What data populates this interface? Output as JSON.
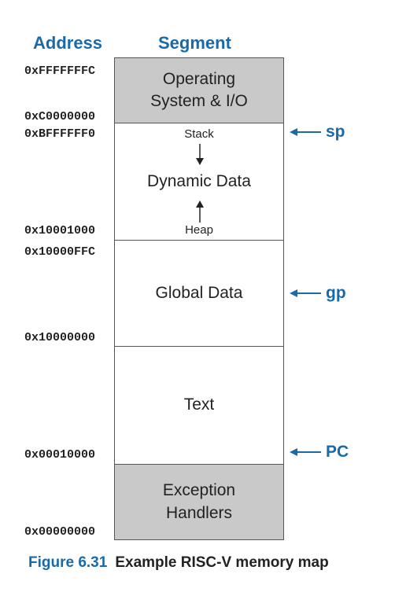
{
  "headers": {
    "address": "Address",
    "segment": "Segment"
  },
  "addresses": {
    "os_top": "0xFFFFFFFC",
    "os_bottom": "0xC0000000",
    "dyn_top": "0xBFFFFFF0",
    "dyn_bottom": "0x10001000",
    "global_top": "0x10000FFC",
    "global_bottom": "0x10000000",
    "text_bottom": "0x00010000",
    "exc_bottom": "0x00000000"
  },
  "segments": {
    "os_line1": "Operating",
    "os_line2": "System & I/O",
    "dynamic": "Dynamic Data",
    "stack": "Stack",
    "heap": "Heap",
    "global": "Global Data",
    "text": "Text",
    "exc_line1": "Exception",
    "exc_line2": "Handlers"
  },
  "pointers": {
    "sp": "sp",
    "gp": "gp",
    "pc": "PC"
  },
  "caption": {
    "number": "Figure 6.31",
    "title": "Example RISC-V memory map"
  },
  "colors": {
    "accent": "#1a6aa8",
    "gray_block": "#c9c9c9"
  }
}
